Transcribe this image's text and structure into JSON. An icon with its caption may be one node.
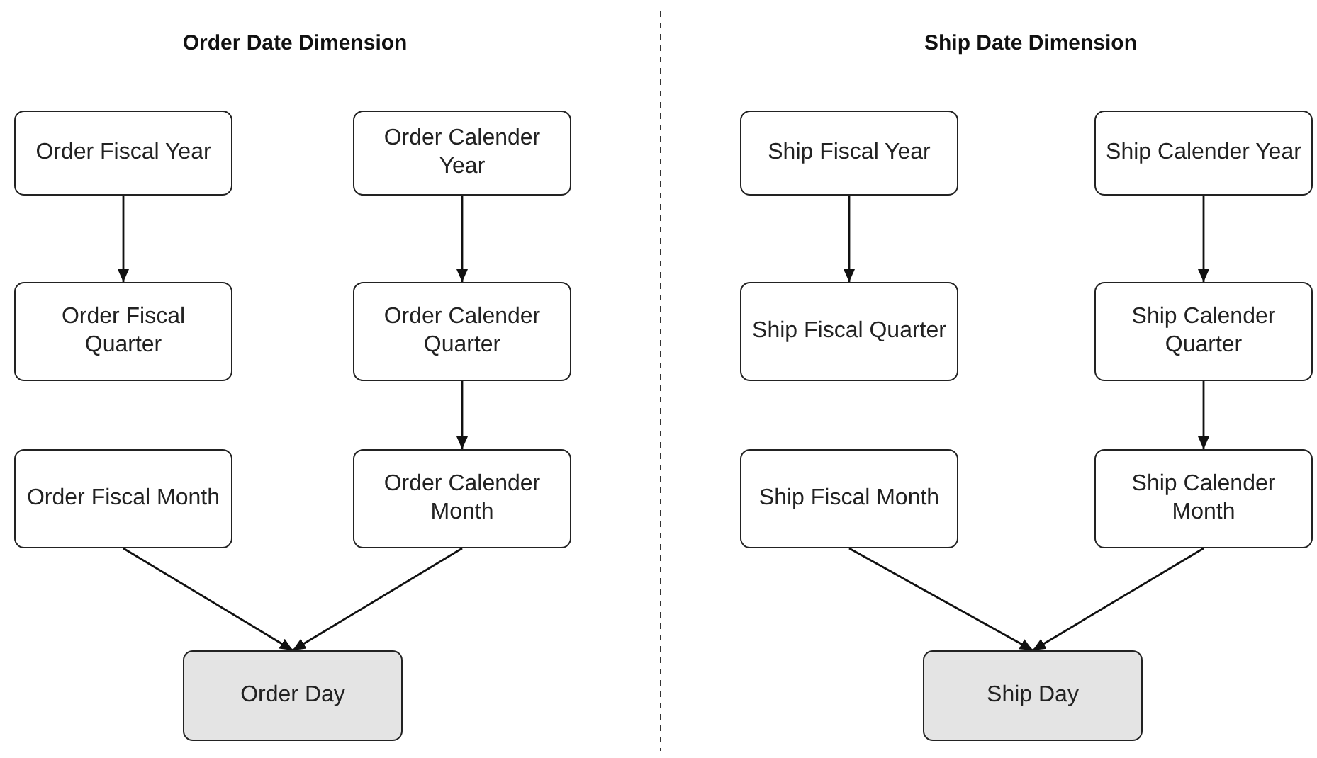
{
  "diagram": {
    "nodes": [
      {
        "text": [
          "Order Fiscal Year"
        ]
      },
      {
        "text": [
          "Order Calender Year"
        ]
      },
      {
        "text": [
          "Ship Fiscal Year"
        ]
      },
      {
        "text": [
          "Ship Calender Year"
        ]
      },
      {
        "text": [
          "Order Fiscal Quarter"
        ]
      },
      {
        "text": [
          "Order Calender Quarter"
        ]
      },
      {
        "text": [
          "Ship Fiscal Quarter"
        ]
      },
      {
        "text": [
          "Ship Calender Quarter"
        ]
      },
      {
        "text": [
          "Order Fiscal Month"
        ]
      },
      {
        "text": [
          "Order Calender Month"
        ]
      },
      {
        "text": [
          "Ship Fiscal Month"
        ]
      },
      {
        "text": [
          "Ship Calender Month"
        ]
      },
      {
        "text": [
          "Order Day"
        ]
      },
      {
        "text": [
          "Ship Day"
        ]
      }
    ],
    "edges": [
      {
        "from": 0,
        "to": 4,
        "arrow": "to"
      },
      {
        "from": 1,
        "to": 5,
        "arrow": "to"
      },
      {
        "from": 5,
        "to": 9,
        "arrow": "to"
      },
      {
        "from": 8,
        "to": 12,
        "arrow": "to"
      },
      {
        "from": 9,
        "to": 12,
        "arrow": "to"
      },
      {
        "from": 2,
        "to": 6,
        "arrow": "to"
      },
      {
        "from": 3,
        "to": 7,
        "arrow": "to"
      },
      {
        "from": 7,
        "to": 11,
        "arrow": "to"
      },
      {
        "from": 10,
        "to": 13,
        "arrow": "to"
      },
      {
        "from": 11,
        "to": 13,
        "arrow": "to"
      }
    ],
    "labels": [
      "Order Date Dimension",
      "Ship Date Dimension"
    ]
  }
}
